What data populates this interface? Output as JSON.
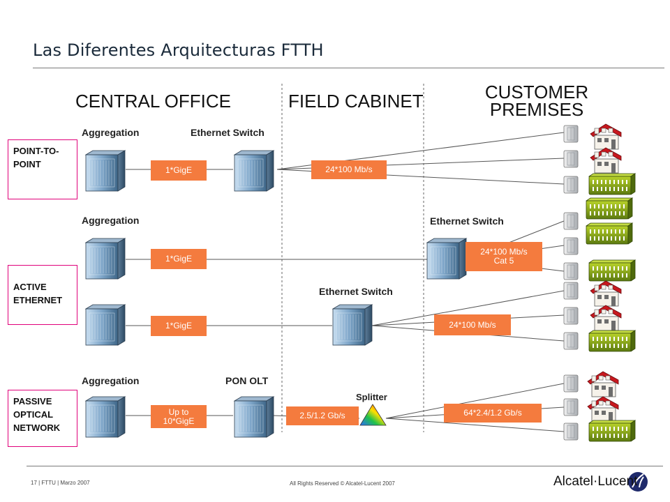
{
  "title": "Las Diferentes Arquitecturas FTTH",
  "zones": {
    "central_office": "CENTRAL OFFICE",
    "field_cabinet": "FIELD CABINET",
    "customer_line1": "CUSTOMER",
    "customer_line2": "PREMISES"
  },
  "rows": {
    "p2p": "POINT-TO-\nPOINT",
    "active": "ACTIVE\nETHERNET",
    "pon": "PASSIVE\nOPTICAL\nNETWORK"
  },
  "labels": {
    "aggregation_1": "Aggregation",
    "ethernet_switch_1": "Ethernet Switch",
    "aggregation_2": "Aggregation",
    "ethernet_switch_2": "Ethernet Switch",
    "ethernet_switch_3": "Ethernet Switch",
    "aggregation_3": "Aggregation",
    "pon_olt": "PON OLT",
    "splitter": "Splitter"
  },
  "tags": {
    "p2p_gige": "1*GigE",
    "p2p_rate": "24*100 Mb/s",
    "ae1_gige": "1*GigE",
    "ae1_rate_line1": "24*100 Mb/s",
    "ae1_rate_line2": "Cat 5",
    "ae2_gige": "1*GigE",
    "ae2_rate": "24*100 Mb/s",
    "pon_upto": "Up to\n10*GigE",
    "pon_rate": "2.5/1.2 Gb/s",
    "pon_split_rate": "64*2.4/1.2 Gb/s"
  },
  "footer": {
    "page_info": "17 | FTTU | Marzo 2007",
    "rights": "All Rights Reserved © Alcatel-Lucent 2007",
    "brand": "Alcatel·Lucent"
  },
  "colors": {
    "tag_orange": "#f47b3e",
    "row_border": "#e0007a",
    "fiber_line": "#555555",
    "dashed_divider": "#666666"
  },
  "icons": [
    "server-rack-icon",
    "network-terminal-icon",
    "house-icon",
    "office-building-icon",
    "prism-splitter-icon",
    "alcatel-lucent-logo-icon"
  ]
}
